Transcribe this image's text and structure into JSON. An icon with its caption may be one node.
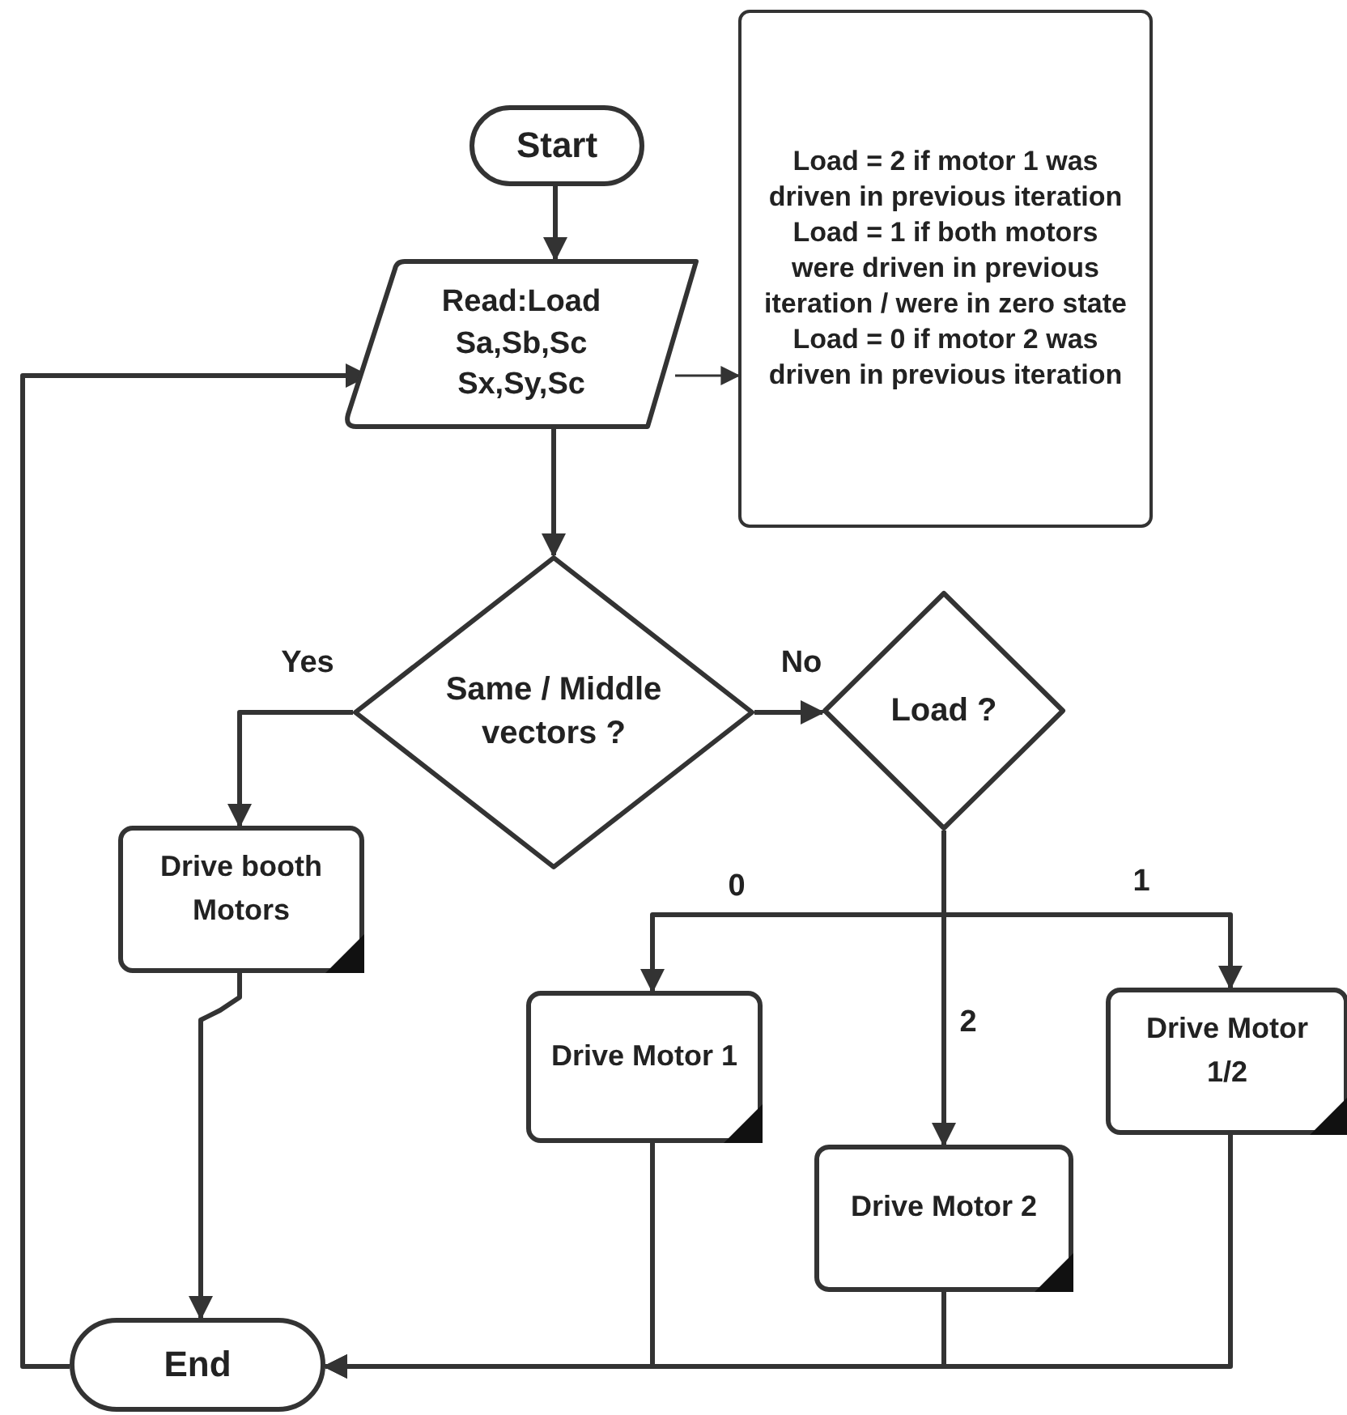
{
  "diagram": {
    "nodes": [
      {
        "text": [
          "Start"
        ]
      },
      {
        "text": [
          "Read:Load",
          "Sa,Sb,Sc",
          "Sx,Sy,Sc"
        ]
      },
      {
        "text": [
          "Load = 2 if motor 1 was driven in previous iteration",
          "Load = 1 if both motors were driven in previous iteration / were in zero state",
          "Load = 0 if motor 2 was driven in previous iteration"
        ]
      },
      {
        "text": [
          "Same / Middle vectors ?"
        ]
      },
      {
        "text": [
          "Load ?"
        ]
      },
      {
        "text": [
          "Drive booth Motors"
        ]
      },
      {
        "text": [
          "Drive Motor 1"
        ]
      },
      {
        "text": [
          "Drive Motor 2"
        ]
      },
      {
        "text": [
          "Drive Motor 1/2"
        ]
      },
      {
        "text": [
          "End"
        ]
      }
    ],
    "edges": [
      {
        "from": 0,
        "to": 1,
        "arrow": "to"
      },
      {
        "from": 1,
        "to": 2,
        "arrow": "to"
      },
      {
        "from": 1,
        "to": 3,
        "arrow": "to"
      },
      {
        "from": 3,
        "to": 5,
        "arrow": "to",
        "label": "Yes"
      },
      {
        "from": 3,
        "to": 4,
        "arrow": "to",
        "label": "No"
      },
      {
        "from": 4,
        "to": 6,
        "arrow": "to",
        "label": "0"
      },
      {
        "from": 4,
        "to": 8,
        "arrow": "to",
        "label": "1"
      },
      {
        "from": 4,
        "to": 7,
        "arrow": "to",
        "label": "2"
      },
      {
        "from": 5,
        "to": 9,
        "arrow": "to"
      },
      {
        "from": 6,
        "to": 9,
        "arrow": "to"
      },
      {
        "from": 7,
        "to": 9,
        "arrow": "to"
      },
      {
        "from": 8,
        "to": 9,
        "arrow": "to"
      },
      {
        "from": 9,
        "to": 1,
        "arrow": "to"
      }
    ]
  }
}
